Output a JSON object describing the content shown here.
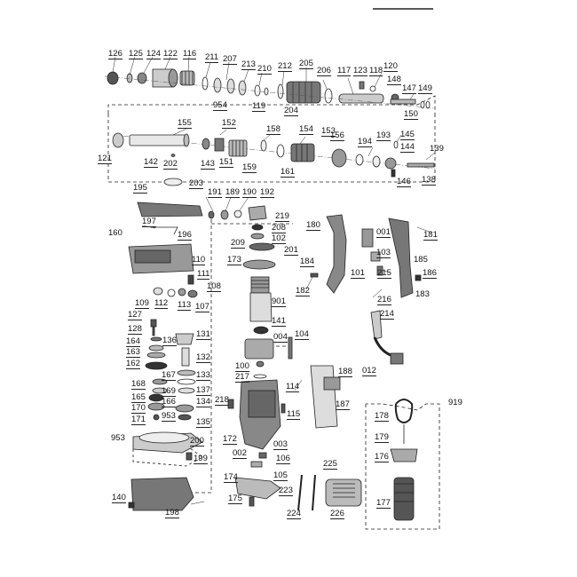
{
  "document": {
    "type": "exploded parts diagram",
    "part_numbers": {
      "p126": "126",
      "p125": "125",
      "p124": "124",
      "p122": "122",
      "p116": "116",
      "p211": "211",
      "p207": "207",
      "p213": "213",
      "p210": "210",
      "p212": "212",
      "p205": "205",
      "p206": "206",
      "p117": "117",
      "p123": "123",
      "p118": "118",
      "p120": "120",
      "p148": "148",
      "p147": "147",
      "p149": "149",
      "p954a": "954",
      "p119": "119",
      "p204": "204",
      "p150": "150",
      "p155": "155",
      "p152": "152",
      "p158": "158",
      "p154": "154",
      "p156": "156",
      "p194": "194",
      "p193": "193",
      "p145": "145",
      "p144": "144",
      "p139": "139",
      "p121": "121",
      "p142": "142",
      "p202": "202",
      "p143": "143",
      "p151": "151",
      "p159": "159",
      "p161": "161",
      "p153": "153",
      "p146": "146",
      "p138": "138",
      "p203": "203",
      "p195": "195",
      "p191": "191",
      "p189": "189",
      "p190": "190",
      "p192": "192",
      "p197": "197",
      "p196": "196",
      "p160": "160",
      "p219": "219",
      "p208": "208",
      "p102": "102",
      "p209": "209",
      "p201": "201",
      "p173": "173",
      "p180": "180",
      "p001": "001",
      "p181": "181",
      "p103": "103",
      "p184": "184",
      "p185": "185",
      "p101": "101",
      "p215": "215",
      "p186": "186",
      "p182": "182",
      "p183": "183",
      "p216": "216",
      "p110": "110",
      "p111": "111",
      "p108": "108",
      "p109": "109",
      "p112": "112",
      "p113": "113",
      "p107": "107",
      "p901": "901",
      "p214": "214",
      "p127": "127",
      "p141": "141",
      "p128": "128",
      "p131": "131",
      "p004": "004",
      "p104": "104",
      "p164": "164",
      "p136": "136",
      "p163": "163",
      "p162": "162",
      "p132": "132",
      "p167": "167",
      "p133": "133",
      "p168": "168",
      "p137": "137",
      "p169": "169",
      "p165": "165",
      "p166": "166",
      "p170": "170",
      "p134": "134",
      "p171": "171",
      "p953a": "953",
      "p135": "135",
      "p100": "100",
      "p217": "217",
      "p012": "012",
      "p188": "188",
      "p114": "114",
      "p218": "218",
      "p115": "115",
      "p187": "187",
      "p953b": "953",
      "p200": "200",
      "p172": "172",
      "p003": "003",
      "p919": "919",
      "p178": "178",
      "p002": "002",
      "p106": "106",
      "p179": "179",
      "p199": "199",
      "p225": "225",
      "p174": "174",
      "p105": "105",
      "p176": "176",
      "p223": "223",
      "p140": "140",
      "p175": "175",
      "p198": "198",
      "p224": "224",
      "p226": "226",
      "p177": "177"
    }
  }
}
